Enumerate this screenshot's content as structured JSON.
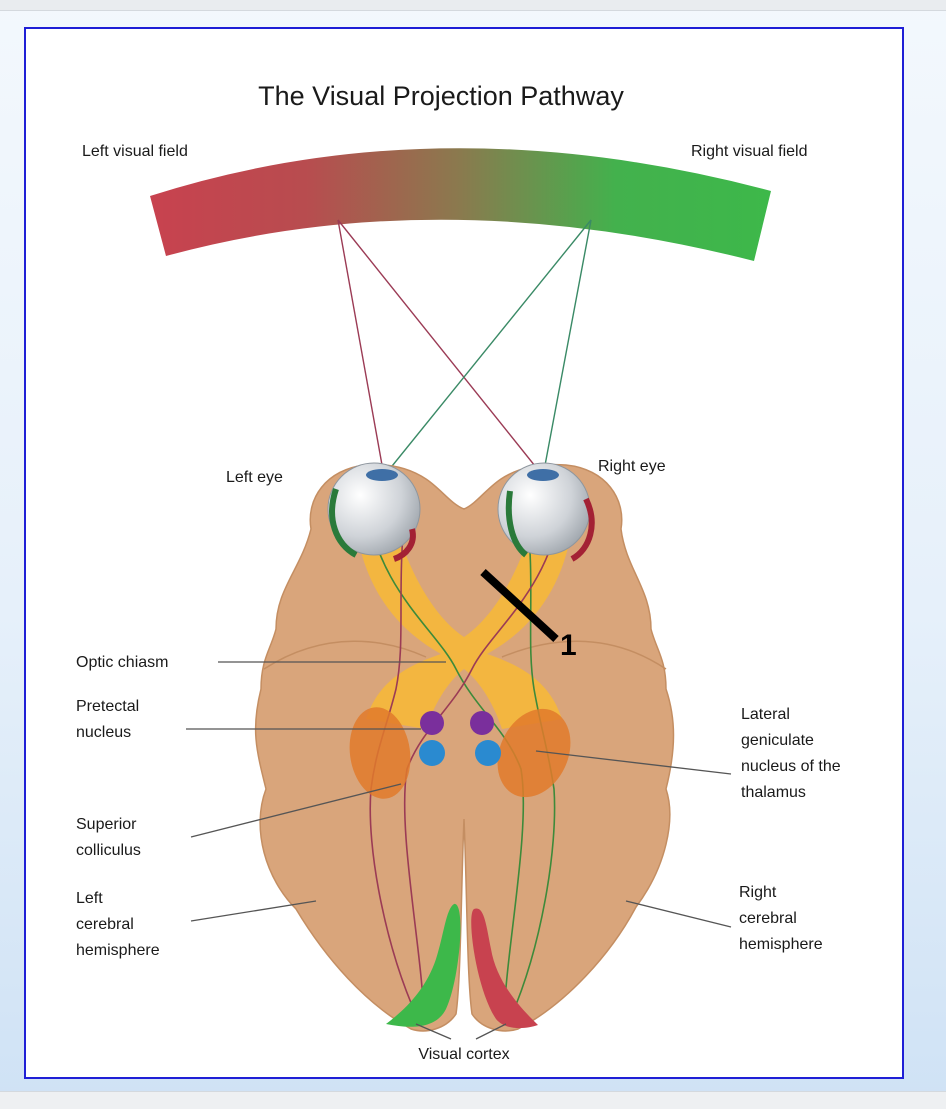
{
  "diagram": {
    "title": "The Visual Projection Pathway",
    "labels": {
      "left_visual_field": "Left visual field",
      "right_visual_field": "Right visual field",
      "left_eye": "Left eye",
      "right_eye": "Right eye",
      "optic_chiasm": "Optic chiasm",
      "pretectal_nucleus": [
        "Pretectal",
        "nucleus"
      ],
      "superior_colliculus": [
        "Superior",
        "colliculus"
      ],
      "left_hemisphere": [
        "Left",
        "cerebral",
        "hemisphere"
      ],
      "lateral_geniculate": [
        "Lateral",
        "geniculate",
        "nucleus of the",
        "thalamus"
      ],
      "right_hemisphere": [
        "Right",
        "cerebral",
        "hemisphere"
      ],
      "visual_cortex": "Visual cortex"
    },
    "marker": "1",
    "colors": {
      "left_field": "#c8424f",
      "right_field": "#3db84a",
      "brain": "#d9a57b",
      "optic_tract": "#f5b83a",
      "lgn": "#e07a2c",
      "pretectal": "#7a2f9c",
      "colliculus": "#2a8ad0",
      "frame_border": "#1f1fd6"
    }
  }
}
